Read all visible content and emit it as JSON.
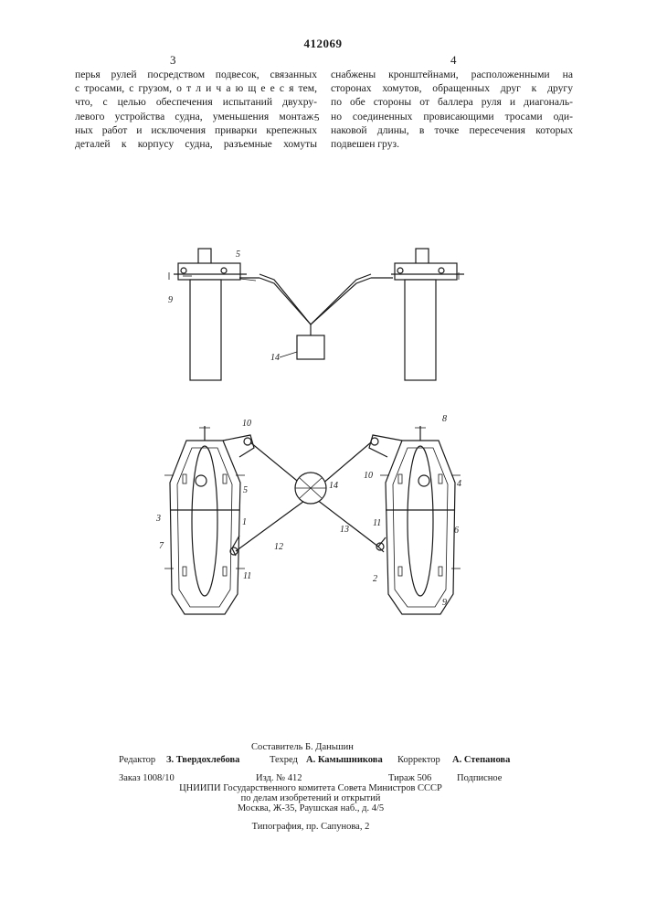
{
  "header": {
    "patent_number": "412069",
    "left_column_number": "3",
    "right_column_number": "4"
  },
  "left_column": {
    "lines": [
      "перья рулей посредством подвесок, связанных",
      "с тросами, с грузом, о т л и ч а ю щ е е с я тем,",
      "что, с целью обеспечения испытаний двухру-",
      "левого устройства судна, уменьшения монтаж-",
      "ных работ и исключения приварки крепежных",
      "деталей к корпусу судна, разъемные хомуты"
    ]
  },
  "line_marker": "5",
  "right_column": {
    "lines": [
      "снабжены кронштейнами, расположенными на",
      "сторонах хомутов, обращенных друг к другу",
      "по обе стороны от баллера руля и диагональ-",
      "но соединенных провисающими тросами оди-",
      "наковой длины, в точке пересечения которых",
      "подвешен груз."
    ]
  },
  "drawing_labels": {
    "top_5": "5",
    "top_9": "9",
    "top_14": "14",
    "bl_10": "10",
    "bl_5": "5",
    "bl_1": "1",
    "bl_3": "3",
    "bl_7": "7",
    "bl_12": "12",
    "bl_11": "11",
    "center_14": "14",
    "br_8": "8",
    "br_10": "10",
    "br_4": "4",
    "br_6": "6",
    "br_13": "13",
    "br_11": "11",
    "br_2": "2",
    "br_9": "9"
  },
  "imprint": {
    "compiler": "Составитель Б. Даньшин",
    "editor_label": "Редактор",
    "editor_name": "З. Твердохлебова",
    "techred_label": "Техред",
    "techred_name": "А. Камышникова",
    "corrector_label": "Корректор",
    "corrector_name": "А. Степанова",
    "order": "Заказ 1008/10",
    "publ": "Изд. № 412",
    "circulation": "Тираж 506",
    "subscription": "Подписное",
    "org_line1": "ЦНИИПИ Государственного комитета Совета Министров СССР",
    "org_line2": "по делам изобретений и открытий",
    "org_line3": "Москва, Ж-35, Раушская наб., д. 4/5",
    "printer": "Типография, пр. Сапунова, 2"
  }
}
